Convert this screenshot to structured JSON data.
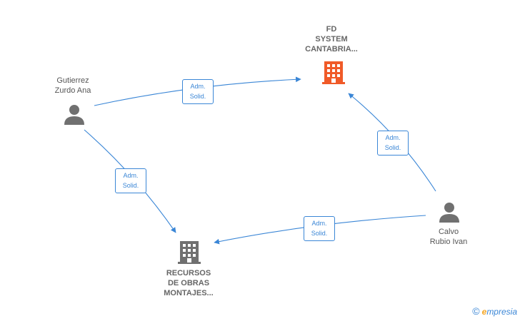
{
  "colors": {
    "edge": "#3a86d6",
    "person_icon": "#707070",
    "company_highlight": "#f05a28",
    "company_default": "#707070",
    "brand_accent": "#f5a623"
  },
  "nodes": {
    "fd_system": {
      "lines": [
        "FD",
        "SYSTEM",
        "CANTABRIA..."
      ],
      "icon": "building-icon",
      "highlight": true
    },
    "gutierrez": {
      "lines": [
        "Gutierrez",
        "Zurdo Ana"
      ],
      "icon": "person-icon"
    },
    "calvo": {
      "lines": [
        "Calvo",
        "Rubio Ivan"
      ],
      "icon": "person-icon"
    },
    "recursos": {
      "lines": [
        "RECURSOS",
        "DE OBRAS",
        "MONTAJES..."
      ],
      "icon": "building-icon",
      "highlight": false
    }
  },
  "edges": [
    {
      "from": "gutierrez",
      "to": "fd_system",
      "label": [
        "Adm.",
        "Solid."
      ]
    },
    {
      "from": "gutierrez",
      "to": "recursos",
      "label": [
        "Adm.",
        "Solid."
      ]
    },
    {
      "from": "calvo",
      "to": "fd_system",
      "label": [
        "Adm.",
        "Solid."
      ]
    },
    {
      "from": "calvo",
      "to": "recursos",
      "label": [
        "Adm.",
        "Solid."
      ]
    }
  ],
  "brand": {
    "copyright": "©",
    "e": "e",
    "rest": "mpresia"
  }
}
